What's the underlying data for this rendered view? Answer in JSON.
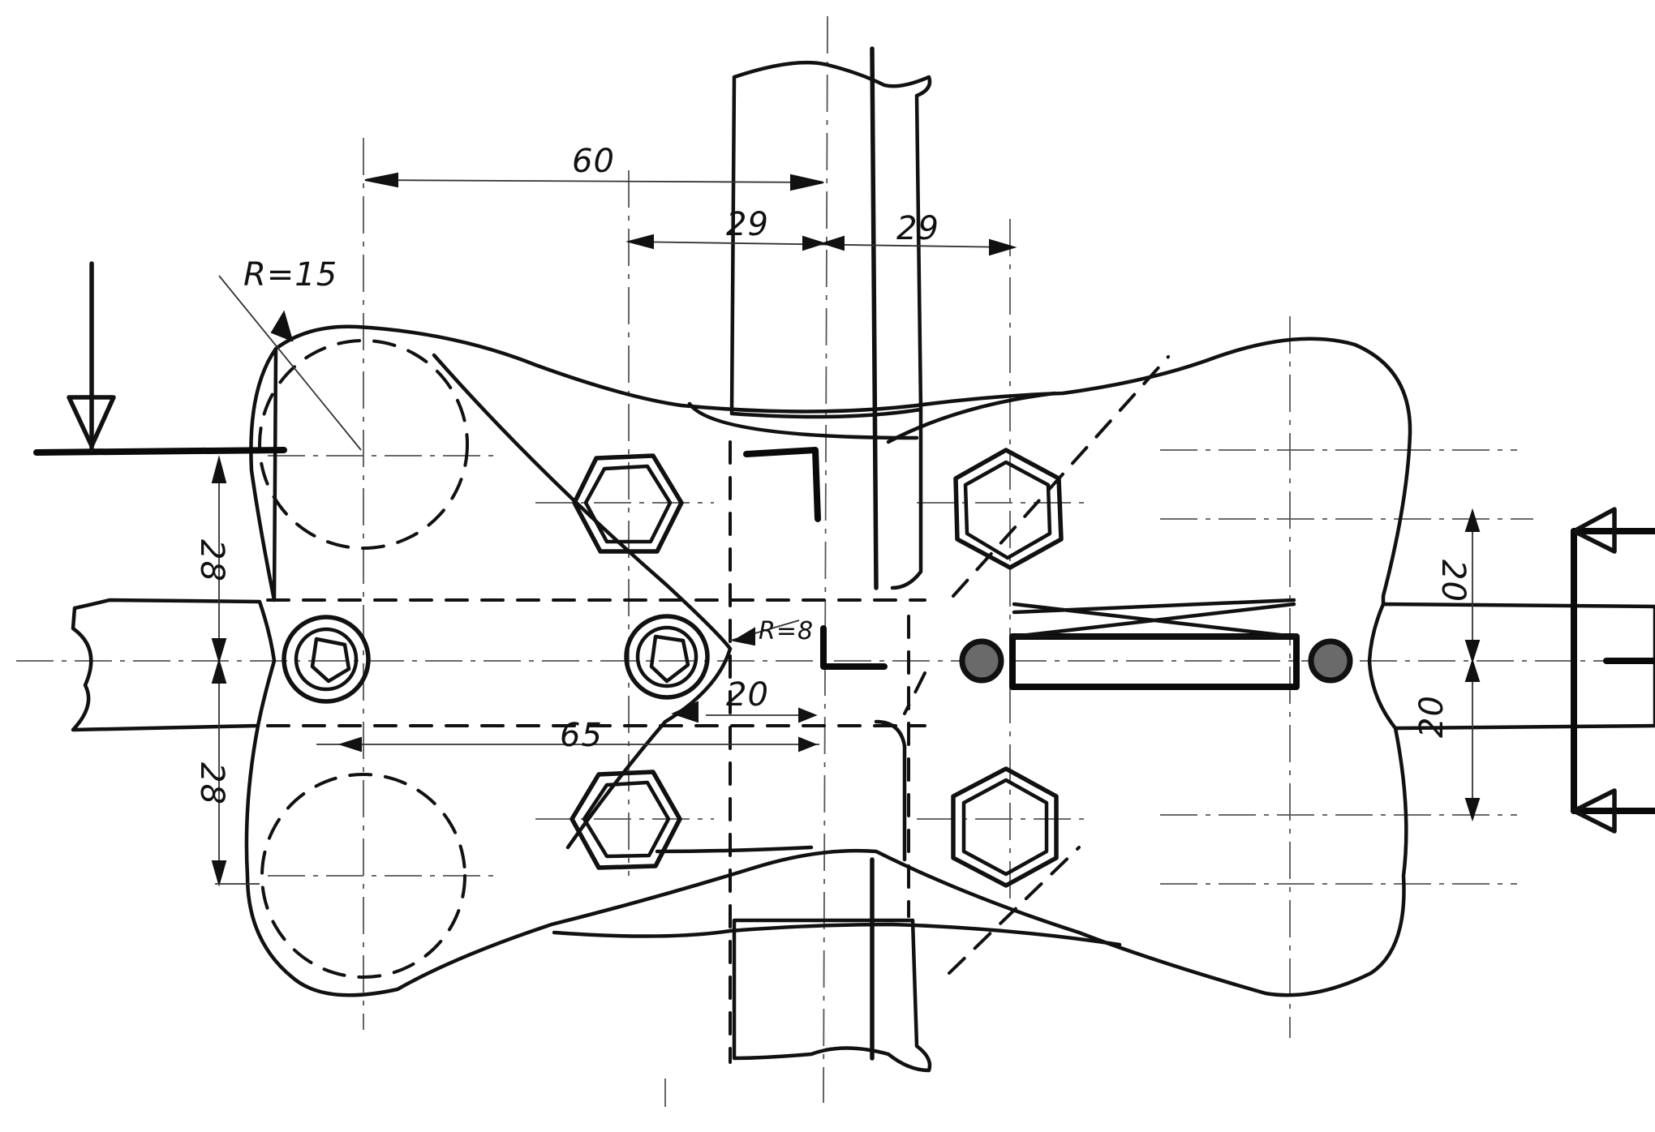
{
  "labels": {
    "dim_60": "60",
    "dim_29_left": "29",
    "dim_29_right": "29",
    "radius_15": "R=15",
    "radius_8": "R=8",
    "dim_20_mid": "20",
    "dim_65": "65",
    "dim_28_top": "28",
    "dim_28_bottom": "28",
    "dim_20_right_top": "20",
    "dim_20_right_bottom": "20"
  }
}
